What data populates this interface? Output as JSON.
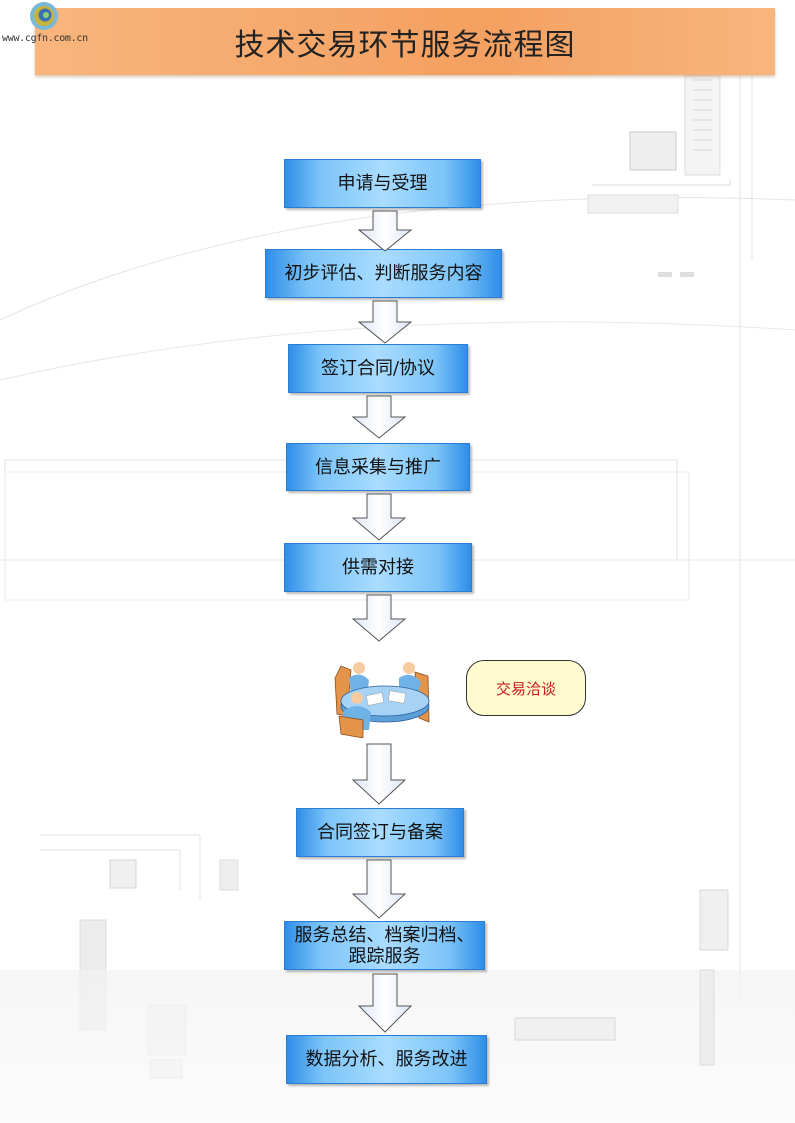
{
  "header": {
    "title": "技术交易环节服务流程图"
  },
  "logo": {
    "url": "www.cgfn.com.cn"
  },
  "steps": [
    "申请与受理",
    "初步评估、判断服务内容",
    "签订合同/协议",
    "信息采集与推广",
    "供需对接",
    "合同签订与备案",
    "服务总结、档案归档、",
    "跟踪服务",
    "数据分析、服务改进"
  ],
  "negotiation": {
    "label": "交易洽谈",
    "icon": "meeting-icon"
  },
  "colors": {
    "header": "#f4a060",
    "step": "#7cc4f8",
    "bubble": "#fefbcf",
    "bubble_text": "#cc1a1a"
  }
}
